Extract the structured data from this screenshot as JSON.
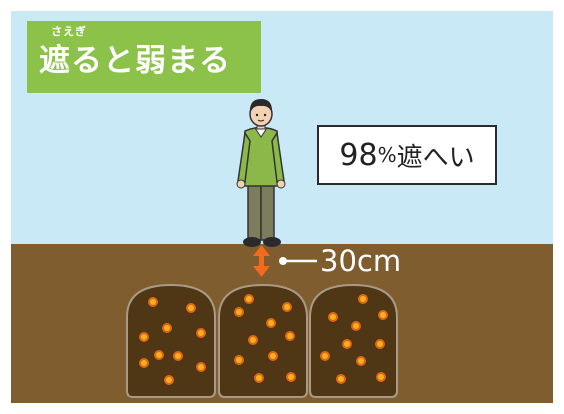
{
  "title": {
    "ruby": "さえぎ",
    "text": "遮ると弱まる"
  },
  "callout": {
    "number": "98",
    "percent": "%",
    "rest": "遮へい"
  },
  "depth_label": "30cm",
  "colors": {
    "sky": "#c9e9f7",
    "ground": "#7f5d2e",
    "title_bg": "#8cc24a",
    "arrow": "#f26b1d",
    "bag_fill": "#4f3716",
    "particle": "#f5b21b"
  },
  "icons": [
    "person-icon",
    "double-arrow-icon",
    "soil-bag-icon",
    "radiation-particle-icon"
  ]
}
